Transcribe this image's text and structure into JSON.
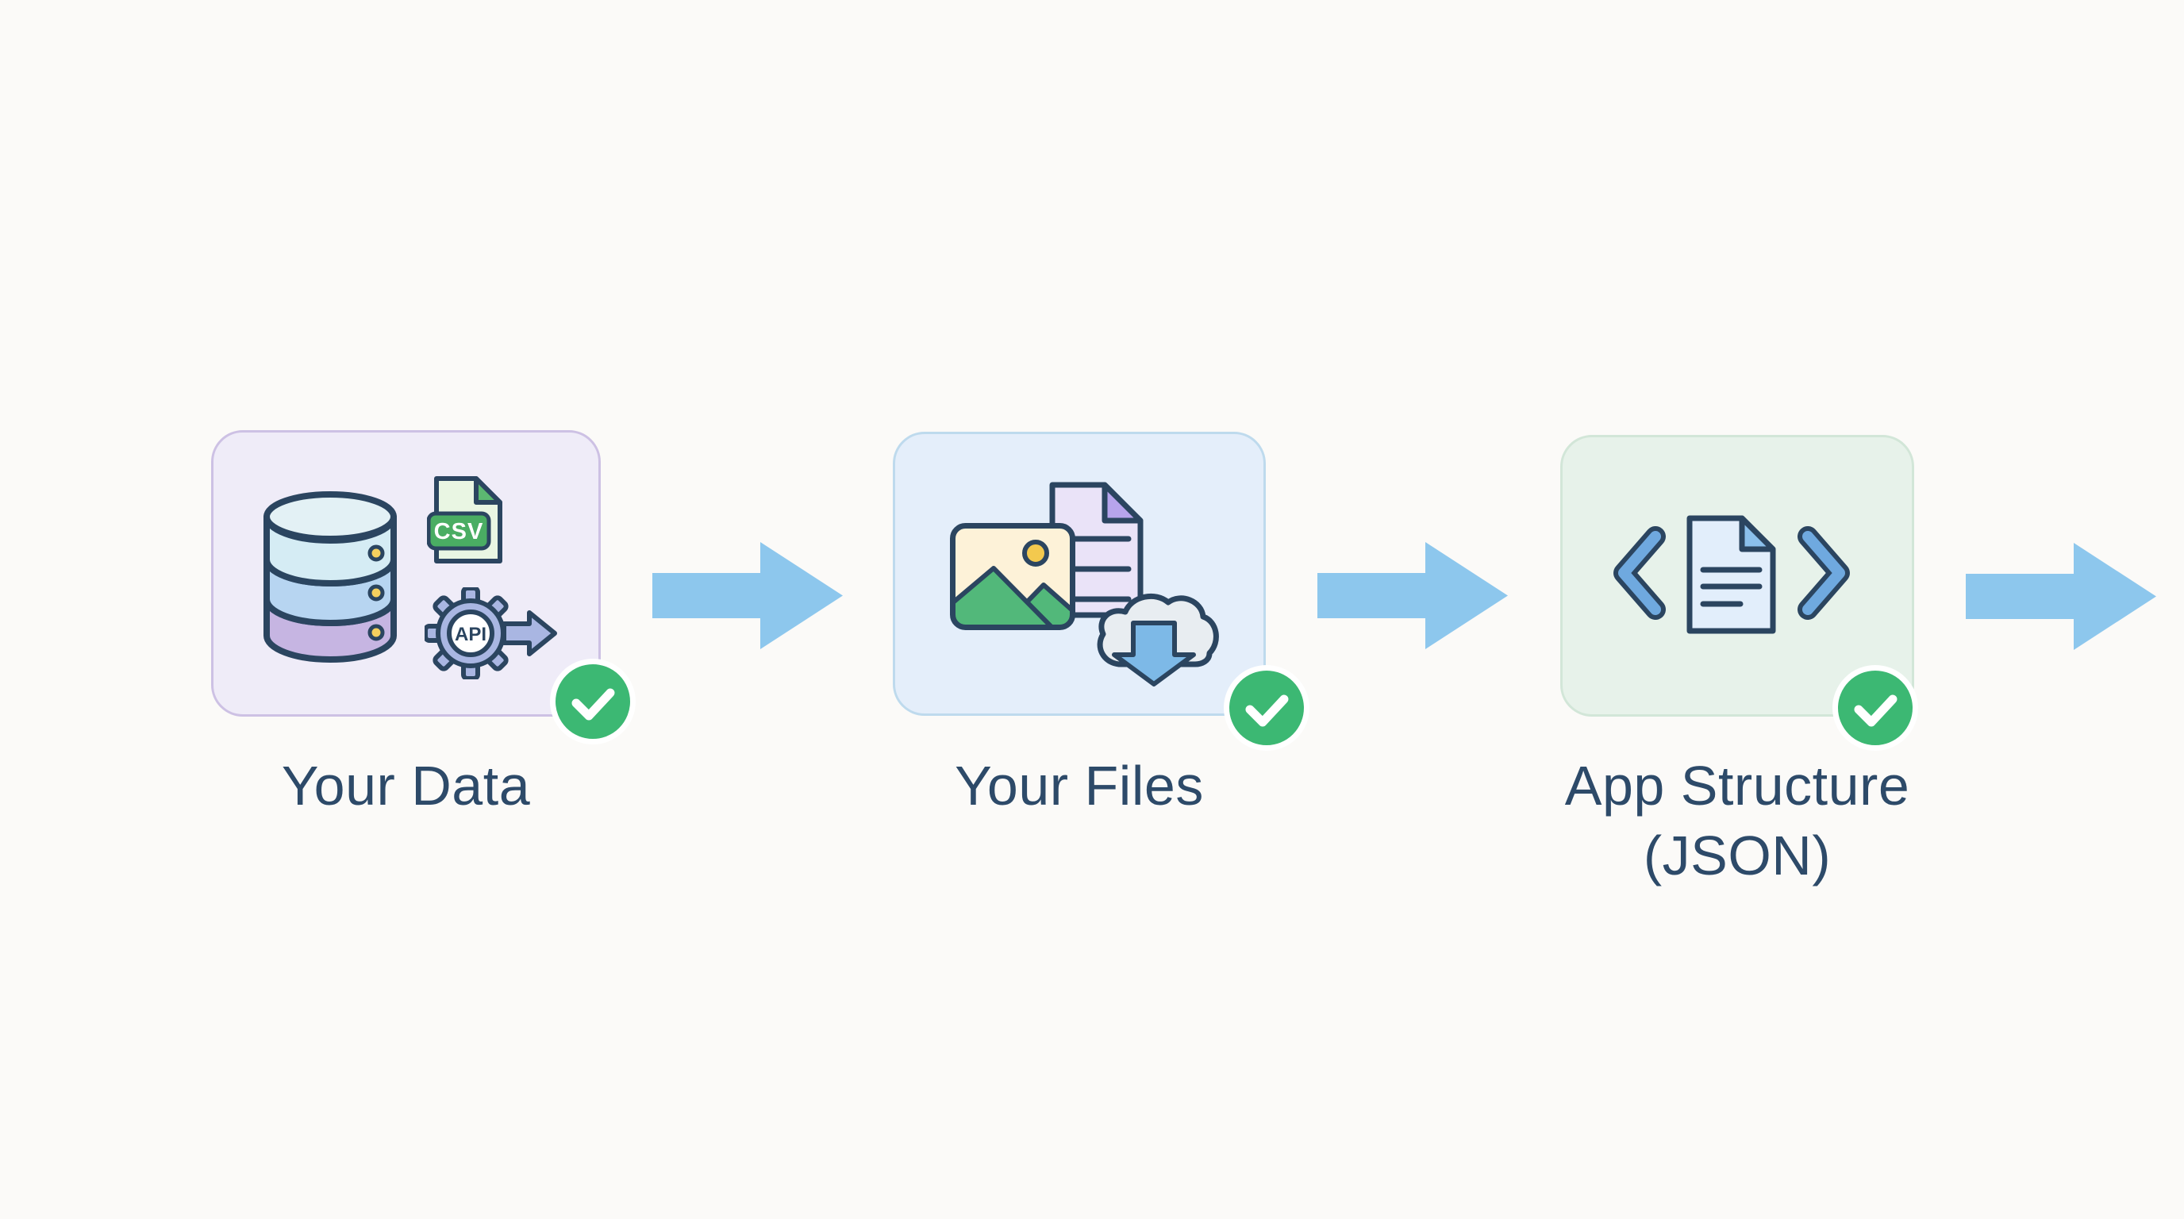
{
  "canvas": {
    "background": "#FBFAF8"
  },
  "flow": {
    "steps": [
      {
        "label": "Your Data",
        "status": "complete",
        "icons": [
          "database-icon",
          "csv-file-icon",
          "api-gear-icon"
        ],
        "csv_badge_text": "CSV",
        "api_gear_text": "API",
        "card_fill": "#EFECF8",
        "card_border": "#CDC1E4"
      },
      {
        "label": "Your Files",
        "status": "complete",
        "icons": [
          "image-icon",
          "document-icon",
          "cloud-download-icon"
        ],
        "card_fill": "#E4EEFA",
        "card_border": "#BEDAED"
      },
      {
        "label": "App Structure",
        "label_line2": "(JSON)",
        "status": "complete",
        "icons": [
          "code-bracket-left-icon",
          "json-document-icon",
          "code-bracket-right-icon"
        ],
        "card_fill": "#E7F2EA",
        "card_border": "#D2E6D8"
      }
    ],
    "connectors": {
      "count": 3,
      "direction": "right",
      "color": "#8DC7ED"
    },
    "colors": {
      "label_text": "#2D4A69",
      "check_green": "#3CB873",
      "icon_outline": "#2B4560",
      "arrow_blue": "#8DC7ED"
    }
  }
}
